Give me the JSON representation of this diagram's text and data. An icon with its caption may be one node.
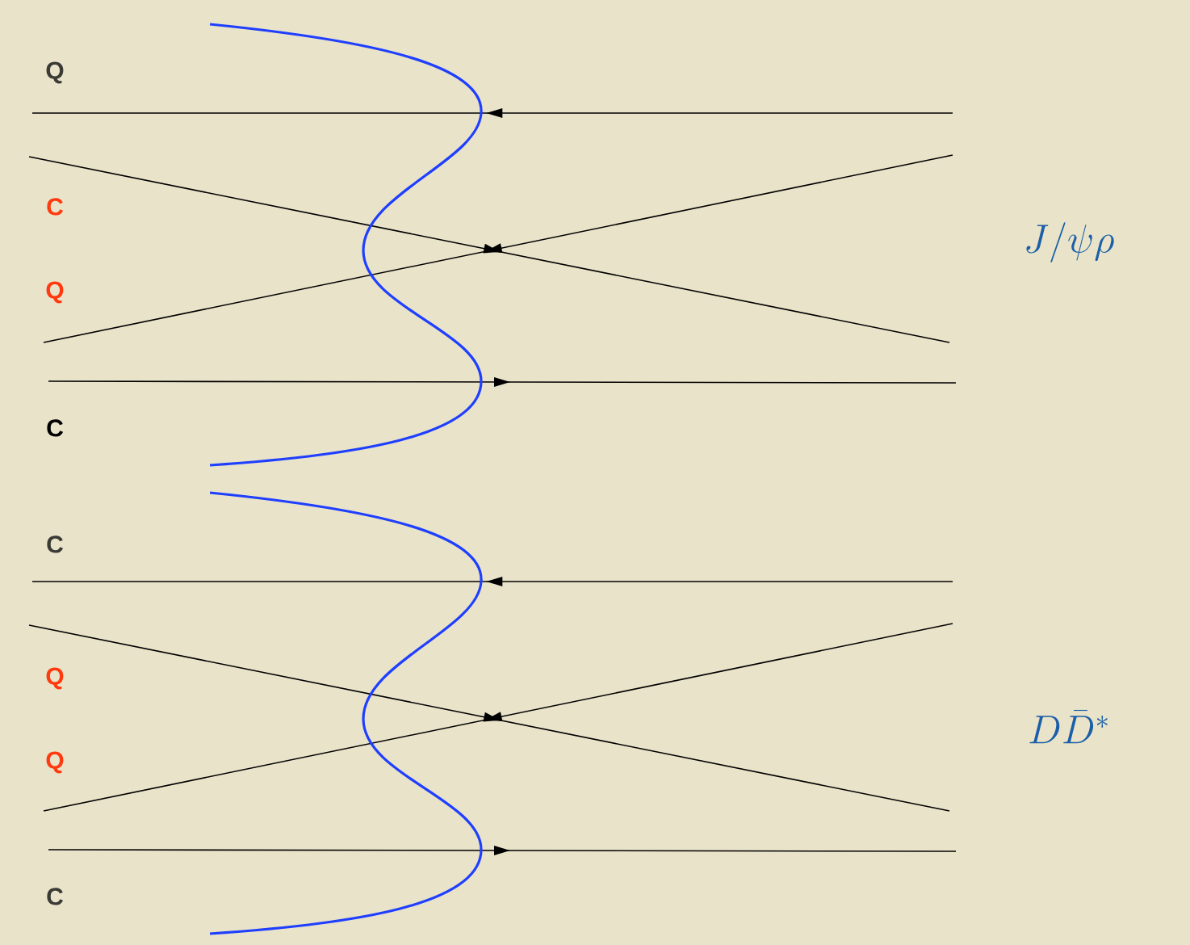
{
  "diagram": {
    "labels": [
      "Q",
      "C",
      "J/\\psi\\rho",
      "Q",
      "C",
      "C",
      "Q",
      "D\\bar{D}^*",
      "Q",
      "C"
    ]
  }
}
